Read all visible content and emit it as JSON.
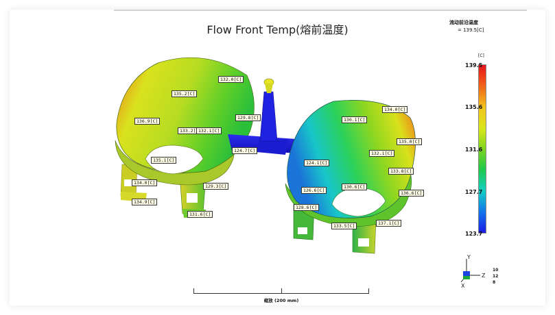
{
  "title": "Flow Front Temp(熔前温度)",
  "readout": {
    "label": "流动前沿温度",
    "value": "= 139.5[C]"
  },
  "legend": {
    "unit": "[C]",
    "ticks": [
      "139.5",
      "135.6",
      "131.6",
      "127.7",
      "123.7"
    ],
    "colors": {
      "max": "#e8141c",
      "mid": "#7fd520",
      "min": "#1a1ae8"
    }
  },
  "value_labels": [
    "132.0[C]",
    "135.2[C]",
    "136.9[C]",
    "133.2[C]",
    "132.1[C]",
    "129.8[C]",
    "124.7[C]",
    "135.1[C]",
    "134.0[C]",
    "129.3[C]",
    "134.9[C]",
    "131.6[C]",
    "134.0[C]",
    "130.1[C]",
    "135.0[C]",
    "132.1[C]",
    "124.1[C]",
    "133.8[C]",
    "126.6[C]",
    "130.6[C]",
    "128.6[C]",
    "136.6[C]",
    "133.5[C]",
    "137.1[C]"
  ],
  "scale": {
    "label": "缩放 (200 mm)"
  },
  "axes": {
    "x": "X",
    "y": "Y",
    "z": "Z",
    "nums": [
      "10",
      "12",
      "8"
    ]
  }
}
